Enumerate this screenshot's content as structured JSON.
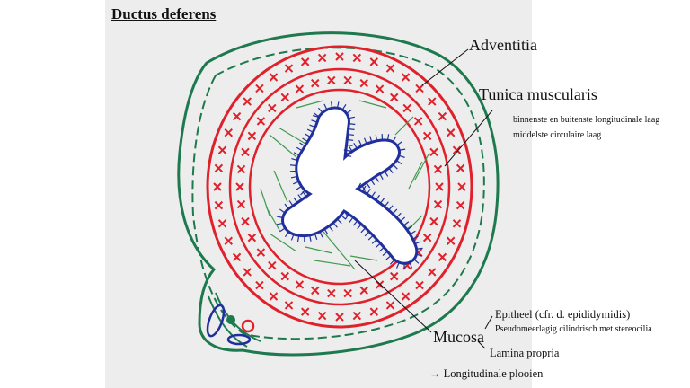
{
  "title": "Ductus deferens",
  "labels": {
    "adventitia": "Adventitia",
    "tunica_muscularis": "Tunica muscularis",
    "tunica_line1": "binnenste en buitenste longitudinale laag",
    "tunica_line2": "middelste circulaire laag",
    "epitheel": "Epitheel (cfr. d. epididymidis)",
    "epitheel_sub": "Pseudomeerlagig cilindrisch met stereocilia",
    "mucosa": "Mucosa",
    "lamina_propria": "Lamina propria",
    "longitudinale_plooien": "→ Longitudinale plooien"
  },
  "colors": {
    "adventitia": "#1e7a4e",
    "muscle": "#e0202a",
    "epithelium": "#1f2f9c",
    "lamina": "#3f9a4f",
    "background_panel": "#ededed"
  }
}
